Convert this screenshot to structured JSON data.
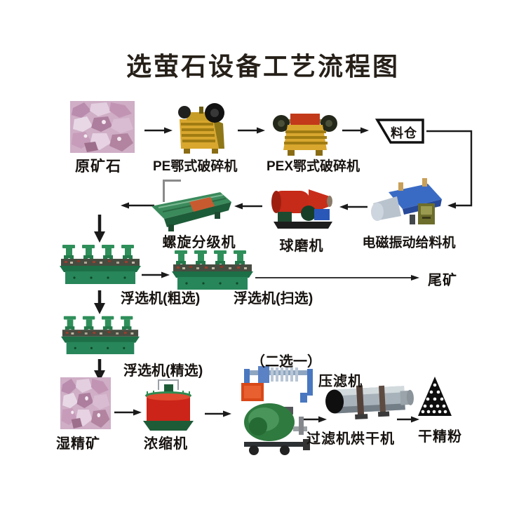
{
  "title": "选萤石设备工艺流程图",
  "nodes": {
    "raw_ore": {
      "label": "原矿石"
    },
    "pe_crusher": {
      "label": "PE鄂式破碎机"
    },
    "pex_crusher": {
      "label": "PEX鄂式破碎机"
    },
    "hopper": {
      "label": "料仓"
    },
    "feeder": {
      "label": "电磁振动给料机"
    },
    "ball_mill": {
      "label": "球磨机"
    },
    "classifier": {
      "label": "螺旋分级机"
    },
    "flotation_rougher": {
      "label": "浮选机(粗选)"
    },
    "flotation_scavenger": {
      "label": "浮选机(扫选)"
    },
    "tailings": {
      "label": "尾矿"
    },
    "flotation_cleaner": {
      "label": "浮选机(精选)"
    },
    "wet_concentrate": {
      "label": "湿精矿"
    },
    "thickener": {
      "label": "浓缩机"
    },
    "either_or_note": {
      "label": "（二选一）"
    },
    "filter_press": {
      "label": "压滤机"
    },
    "vacuum_filter": {
      "label": "过滤机"
    },
    "dryer": {
      "label": "烘干机"
    },
    "dry_powder": {
      "label": "干精粉"
    }
  },
  "colors": {
    "arrow": "#1a1a1a",
    "crusher_yellow": "#d9a72e",
    "ball_mill_red": "#c62a18",
    "machine_green": "#27865a",
    "feeder_blue": "#3a6bc4",
    "thickener_red": "#cc2418",
    "ore_pink": "#cfaec6"
  }
}
